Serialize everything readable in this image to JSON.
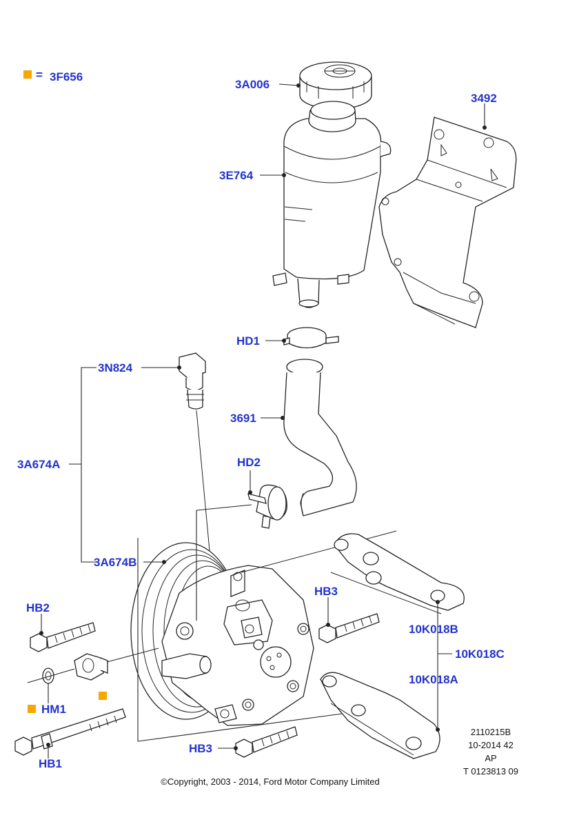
{
  "legend": {
    "symbol_color": "#f5a800",
    "equals": "=",
    "part": "3F656"
  },
  "callouts": {
    "cap": "3A006",
    "bracket": "3492",
    "reservoir": "3E764",
    "hose_clamp_upper": "HD1",
    "sensor": "3N824",
    "hose": "3691",
    "pump_assembly": "3A674A",
    "hose_clamp_lower": "HD2",
    "pump": "3A674B",
    "bolt_upper_left": "HB2",
    "bolt_middle": "HB3",
    "bracket_upper": "10K018B",
    "bracket_set": "10K018C",
    "bracket_lower": "10K018A",
    "seal": "HM1",
    "bolt_long": "HB1",
    "bolt_bottom": "HB3"
  },
  "info_block": [
    "2110215B",
    "10-2014 42",
    "AP",
    "T 0123813 09"
  ],
  "copyright": "©Copyright, 2003 - 2014, Ford Motor Company Limited",
  "colors": {
    "callout": "#2233cc",
    "line": "#222222",
    "marker": "#f5a800"
  }
}
